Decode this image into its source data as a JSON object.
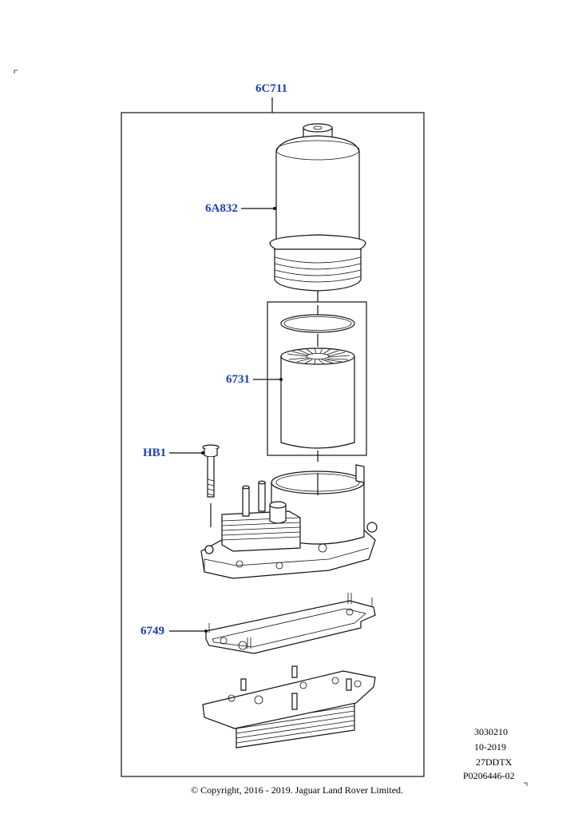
{
  "callouts": {
    "assembly": "6C711",
    "housing_cap": "6A832",
    "filter_element": "6731",
    "bolt": "HB1",
    "gasket": "6749"
  },
  "meta": {
    "code": "3030210",
    "date": "10-2019",
    "model": "27DDTX",
    "ref": "P0206446-02"
  },
  "copyright": "© Copyright, 2016 - 2019. Jaguar Land Rover Limited.",
  "colors": {
    "callout": "#1a3fb8",
    "line": "#111111"
  }
}
